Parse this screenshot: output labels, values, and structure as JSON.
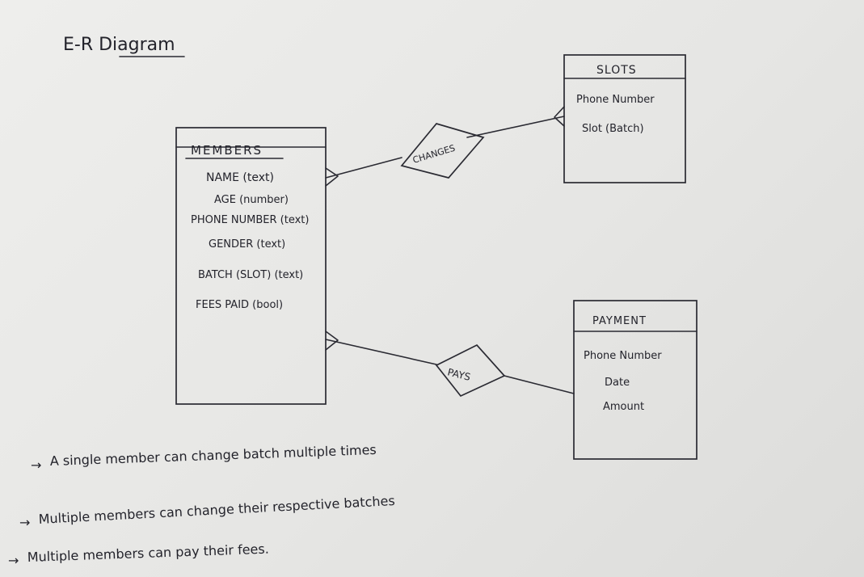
{
  "diagram": {
    "title": "E-R Diagram",
    "entities": {
      "members": {
        "name": "MEMBERS",
        "attributes": [
          "NAME (text)",
          "AGE (number)",
          "PHONE NUMBER (text)",
          "GENDER (text)",
          "BATCH (SLOT) (text)",
          "FEES PAID (bool)"
        ]
      },
      "slots": {
        "name": "SLOTS",
        "attributes": [
          "Phone Number",
          "Slot (Batch)"
        ]
      },
      "payment": {
        "name": "PAYMENT",
        "attributes": [
          "Phone Number",
          "Date",
          "Amount"
        ]
      }
    },
    "relationships": {
      "changes": {
        "label": "CHANGES",
        "from": "MEMBERS",
        "to": "SLOTS"
      },
      "pays": {
        "label": "PAYS",
        "from": "MEMBERS",
        "to": "PAYMENT"
      }
    },
    "notes": [
      "A single member can change batch multiple times",
      "Multiple members can change their respective batches",
      "Multiple members can pay their fees."
    ]
  }
}
